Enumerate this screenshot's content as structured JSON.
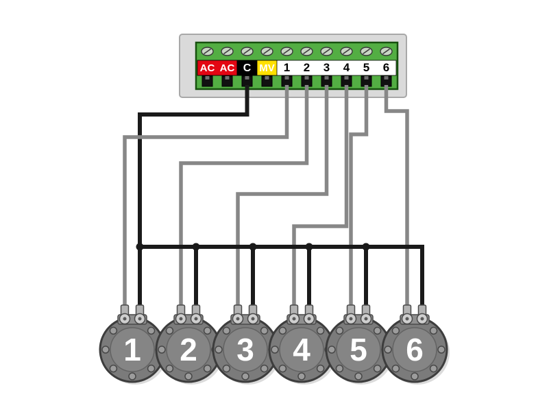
{
  "terminal_block": {
    "labels": [
      {
        "text": "AC",
        "bg": "#e30613",
        "fg": "#ffffff"
      },
      {
        "text": "AC",
        "bg": "#e30613",
        "fg": "#ffffff"
      },
      {
        "text": "C",
        "bg": "#000000",
        "fg": "#ffffff"
      },
      {
        "text": "MV",
        "bg": "#ffe000",
        "fg": "#ffffff"
      },
      {
        "text": "1",
        "bg": "#ffffff",
        "fg": "#000000"
      },
      {
        "text": "2",
        "bg": "#ffffff",
        "fg": "#000000"
      },
      {
        "text": "3",
        "bg": "#ffffff",
        "fg": "#000000"
      },
      {
        "text": "4",
        "bg": "#ffffff",
        "fg": "#000000"
      },
      {
        "text": "5",
        "bg": "#ffffff",
        "fg": "#000000"
      },
      {
        "text": "6",
        "bg": "#ffffff",
        "fg": "#000000"
      }
    ]
  },
  "valves": [
    {
      "label": "1"
    },
    {
      "label": "2"
    },
    {
      "label": "3"
    },
    {
      "label": "4"
    },
    {
      "label": "5"
    },
    {
      "label": "6"
    }
  ],
  "wiring": {
    "common_terminal": "C",
    "common_wire_color": "#1a1a1a",
    "station_wire_color": "#878787",
    "connections": [
      {
        "terminal": "1",
        "valve": "1"
      },
      {
        "terminal": "2",
        "valve": "2"
      },
      {
        "terminal": "3",
        "valve": "3"
      },
      {
        "terminal": "4",
        "valve": "4"
      },
      {
        "terminal": "5",
        "valve": "5"
      },
      {
        "terminal": "6",
        "valve": "6"
      }
    ]
  },
  "colors": {
    "background": "#ffffff",
    "enclosure": "#dadada",
    "enclosure_border": "#a8a8a8",
    "terminal_strip": "#53ae43",
    "terminal_strip_border": "#17500f",
    "valve_body": "#7b7b7b"
  }
}
